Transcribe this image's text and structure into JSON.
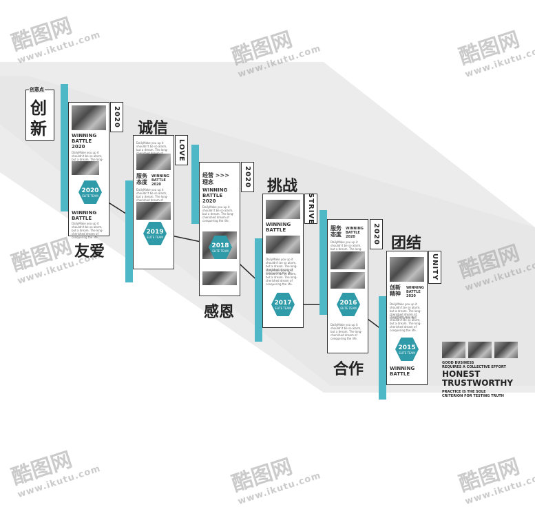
{
  "brand_box": {
    "small": "创意点",
    "line1": "创",
    "line2": "新"
  },
  "stages": [
    {
      "title": "友爱",
      "year_tag": "2020",
      "hex_year": "2020",
      "hex_sub": "ELITE TEAM",
      "badge": "WINNING\nBATTLE\n2020",
      "foot": "WINNING\nBATTLE"
    },
    {
      "title": "诚信",
      "year_tag": "LOVE",
      "hex_year": "2019",
      "hex_sub": "ELITE TEAM",
      "head": "服务\n态度",
      "badge": "WINNING\nBATTLE\n2020"
    },
    {
      "title": "感恩",
      "year_tag": "2020",
      "hex_year": "2018",
      "hex_sub": "ELITE TEAM",
      "head": "经营 >>>\n理念",
      "badge": "WINNING\nBATTLE\n2020"
    },
    {
      "title": "挑战",
      "year_tag": "STRIVE",
      "hex_year": "2017",
      "hex_sub": "ELITE TEAM",
      "badge": "WINNING\nBATTLE"
    },
    {
      "title": "合作",
      "year_tag": "2020",
      "hex_year": "2016",
      "hex_sub": "ELITE TEAM",
      "head": "服务\n态度",
      "badge": "WINNING\nBATTLE\n2020"
    },
    {
      "title": "团结",
      "year_tag": "UNITY",
      "hex_year": "2015",
      "hex_sub": "ELITE TEAM",
      "head": "创新\n精神",
      "badge": "WINNING\nBATTLE\n2020",
      "foot": "WINNING\nBATTLE"
    }
  ],
  "body_text": "DailyMake you up it shouldn't be so alarm, but a dream. The long-cherished dream of conquering the life.",
  "side_block": {
    "small1": "GOOD BUSINESS",
    "small2": "REQUIRES A COLLECTIVE EFFORT",
    "big1": "HONEST",
    "big2": "TRUSTWORTHY",
    "small3": "PRACTICE IS THE SOLE",
    "small4": "CRITERION FOR TESTING TRUTH"
  },
  "watermark": {
    "logo": "酷图网",
    "url": "www.ikutu.com"
  }
}
